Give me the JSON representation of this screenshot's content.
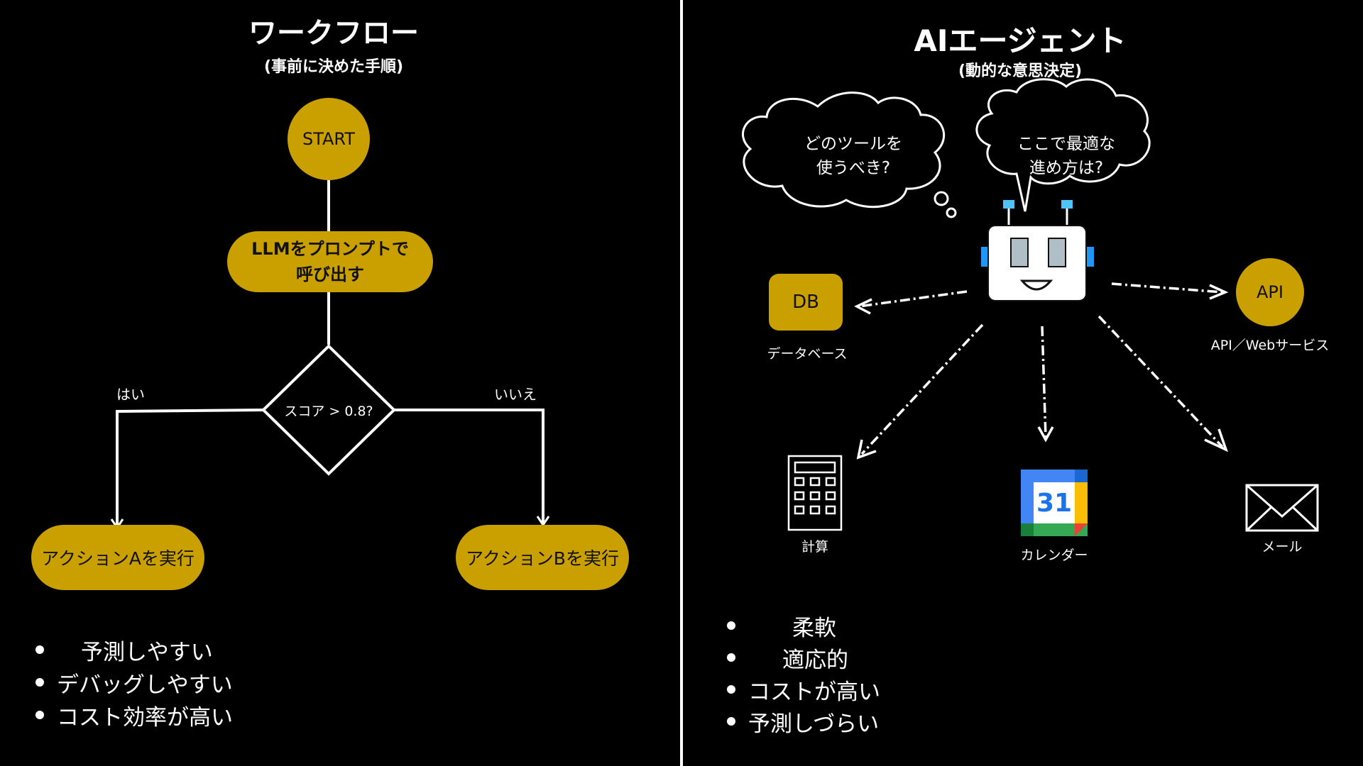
{
  "colors": {
    "gold": "#c9a000",
    "background": "#000000",
    "line": "#ffffff"
  },
  "workflow": {
    "title": "ワークフロー",
    "subtitle": "(事前に決めた手順)",
    "start": "START",
    "prompt": "LLMをプロンプトで\n呼び出す",
    "decision": "スコア > 0.8?",
    "yes": "はい",
    "no": "いいえ",
    "action_a": "アクションAを実行",
    "action_b": "アクションBを実行",
    "bullets": [
      "予測しやすい",
      "デバッグしやすい",
      "コスト効率が高い"
    ]
  },
  "agent": {
    "title": "AIエージェント",
    "subtitle": "(動的な意思決定)",
    "thought_1": "どのツールを\n使うべき?",
    "thought_2": "ここで最適な\n進め方は?",
    "db_icon": "DB",
    "db_label": "データベース",
    "api_icon": "API",
    "api_label": "API／Webサービス",
    "calculator_label": "計算",
    "calendar_number": "31",
    "calendar_label": "カレンダー",
    "mail_label": "メール",
    "robot_icon": "robot-icon",
    "calculator_icon": "calculator-icon",
    "calendar_icon": "calendar-icon",
    "mail_icon": "envelope-icon",
    "bullets": [
      "柔軟",
      "適応的",
      "コストが高い",
      "予測しづらい"
    ]
  }
}
